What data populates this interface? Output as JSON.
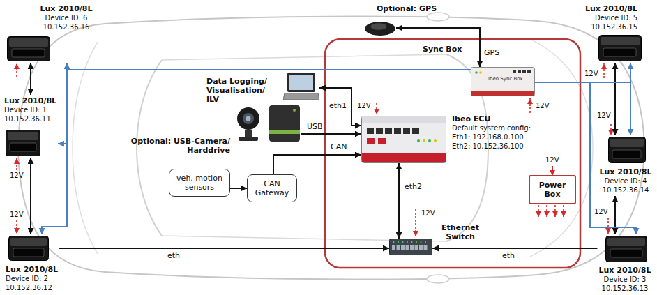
{
  "diagram": {
    "nodes": [
      {
        "text": [
          "Lux 2010/8L",
          "Device ID: 6",
          "10.152.36.16"
        ]
      },
      {
        "text": [
          "Optional: GPS"
        ]
      },
      {
        "text": [
          "Lux 2010/8L",
          "Device ID: 5",
          "10.152.36.15"
        ]
      },
      {
        "text": [
          "Sync Box"
        ]
      },
      {
        "text": [
          "Data Logging/ Visualisation/ ILV"
        ]
      },
      {
        "text": [
          "Lux 2010/8L",
          "Device ID: 1",
          "10.152.36.11"
        ]
      },
      {
        "text": [
          "Ibeo ECU",
          "Default system config:",
          "Eth1: 192.168.0.100",
          "Eth2: 10.152.36.100"
        ]
      },
      {
        "text": [
          "Optional: USB-Camera/ Harddrive"
        ]
      },
      {
        "text": [
          "Lux 2010/8L",
          "Device ID: 4",
          "10.152.36.14"
        ]
      },
      {
        "text": [
          "Power Box"
        ]
      },
      {
        "text": [
          "veh. motion sensors"
        ]
      },
      {
        "text": [
          "CAN Gateway"
        ]
      },
      {
        "text": [
          "Ethernet Switch"
        ]
      },
      {
        "text": [
          "Lux 2010/8L",
          "Device ID: 2",
          "10.152.36.12"
        ]
      },
      {
        "text": [
          "Lux 2010/8L",
          "Device ID: 3",
          "10.152.36.13"
        ]
      }
    ],
    "edges": [
      {
        "from": 1,
        "to": 3,
        "arrow": "both",
        "label": "GPS"
      },
      {
        "from": 0,
        "to": 5,
        "arrow": "both"
      },
      {
        "from": 5,
        "to": 13,
        "arrow": "both"
      },
      {
        "from": 2,
        "to": 8,
        "arrow": "both"
      },
      {
        "from": 8,
        "to": 14,
        "arrow": "both"
      },
      {
        "from": 3,
        "to": 0,
        "arrow": "to"
      },
      {
        "from": 3,
        "to": 5,
        "arrow": "to"
      },
      {
        "from": 3,
        "to": 13,
        "arrow": "to"
      },
      {
        "from": 3,
        "to": 2,
        "arrow": "to"
      },
      {
        "from": 3,
        "to": 8,
        "arrow": "to"
      },
      {
        "from": 3,
        "to": 14,
        "arrow": "to"
      },
      {
        "from": 4,
        "to": 6,
        "arrow": "both",
        "label": "eth1"
      },
      {
        "from": 7,
        "to": 6,
        "arrow": "to",
        "label": "USB"
      },
      {
        "from": 10,
        "to": 11,
        "arrow": "to"
      },
      {
        "from": 11,
        "to": 6,
        "arrow": "to",
        "label": "CAN"
      },
      {
        "from": 6,
        "to": 12,
        "arrow": "both",
        "label": "eth2"
      },
      {
        "from": 13,
        "to": 12,
        "arrow": "to",
        "label": "eth"
      },
      {
        "from": 14,
        "to": 12,
        "arrow": "to",
        "label": "eth"
      }
    ],
    "labels": [
      "12V",
      "12V",
      "12V",
      "12V",
      "12V",
      "12V",
      "12V",
      "12V",
      "12V",
      "Ibeo Sync Box"
    ]
  }
}
